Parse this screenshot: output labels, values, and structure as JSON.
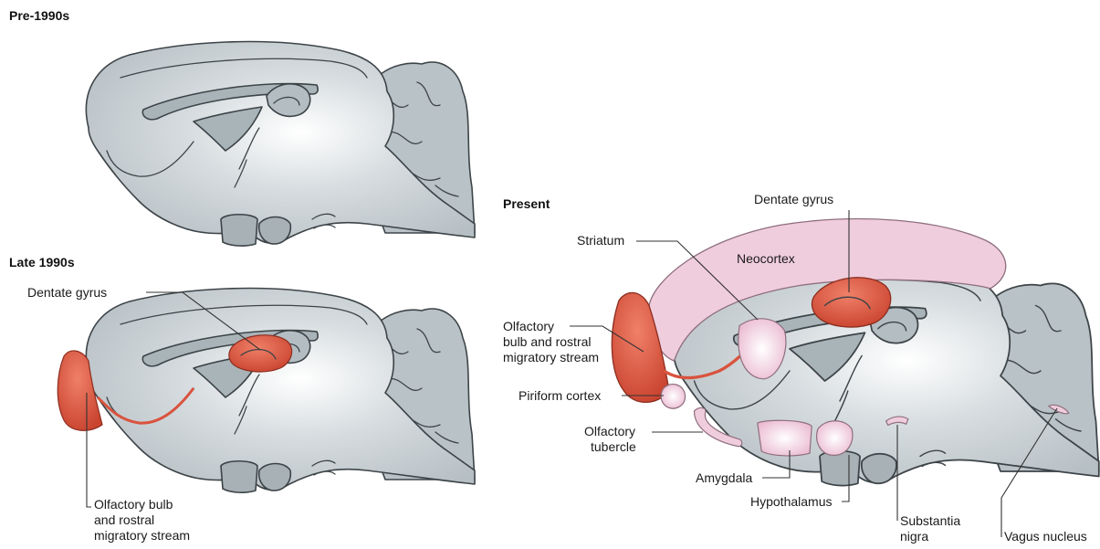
{
  "panels": {
    "pre1990": {
      "title": "Pre-1990s"
    },
    "late1990": {
      "title": "Late 1990s",
      "labels": {
        "dentate": "Dentate gyrus",
        "olfactory_line1": "Olfactory bulb",
        "olfactory_line2": "and rostral",
        "olfactory_line3": "migratory stream"
      }
    },
    "present": {
      "title": "Present",
      "labels": {
        "dentate": "Dentate gyrus",
        "striatum": "Striatum",
        "neocortex": "Neocortex",
        "olfactory_line1": "Olfactory",
        "olfactory_line2": "bulb and rostral",
        "olfactory_line3": "migratory stream",
        "piriform": "Piriform cortex",
        "tubercle_line1": "Olfactory",
        "tubercle_line2": "tubercle",
        "amygdala": "Amygdala",
        "hypothalamus": "Hypothalamus",
        "substantia_line1": "Substantia",
        "substantia_line2": "nigra",
        "vagus": "Vagus nucleus"
      }
    }
  },
  "colors": {
    "brain_gray": "#c4ccd0",
    "structure_gray": "#a8b3b8",
    "neurogenic_red": "#d9533e",
    "candidate_pink": "#f0cddd",
    "outline": "#3d4448"
  }
}
